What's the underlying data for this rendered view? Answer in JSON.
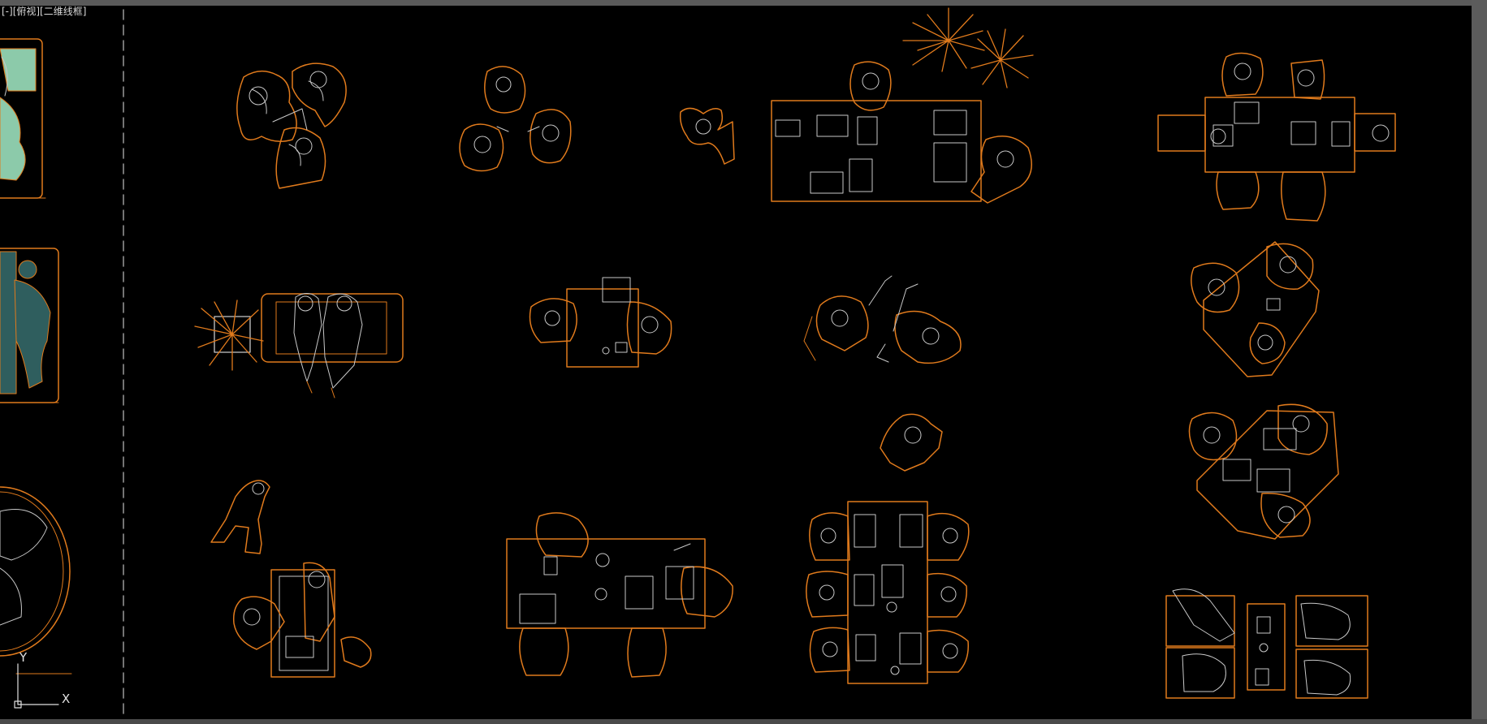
{
  "viewport": {
    "label": "[-][俯视][二维线框]",
    "background": "#000000"
  },
  "ucs": {
    "x_label": "X",
    "y_label": "Y"
  },
  "colors": {
    "outline": "#e07a1c",
    "detail": "#c8c8c8",
    "fill_teal": "#2f5e5e",
    "fill_mint": "#8ccaaa",
    "dashed_line": "#9a9a9a"
  },
  "symbols": [
    "side-profile-figure",
    "person-walking-icon",
    "standing-group-figure",
    "conversation-group-figure",
    "person-sitting-icon",
    "meeting-desk-figure",
    "conference-table-figure",
    "sofa-with-people-figure",
    "small-meeting-table-figure",
    "lounge-group-figure",
    "plant-icon",
    "work-desk-figure",
    "large-meeting-table-figure",
    "desk-cluster-figure"
  ]
}
